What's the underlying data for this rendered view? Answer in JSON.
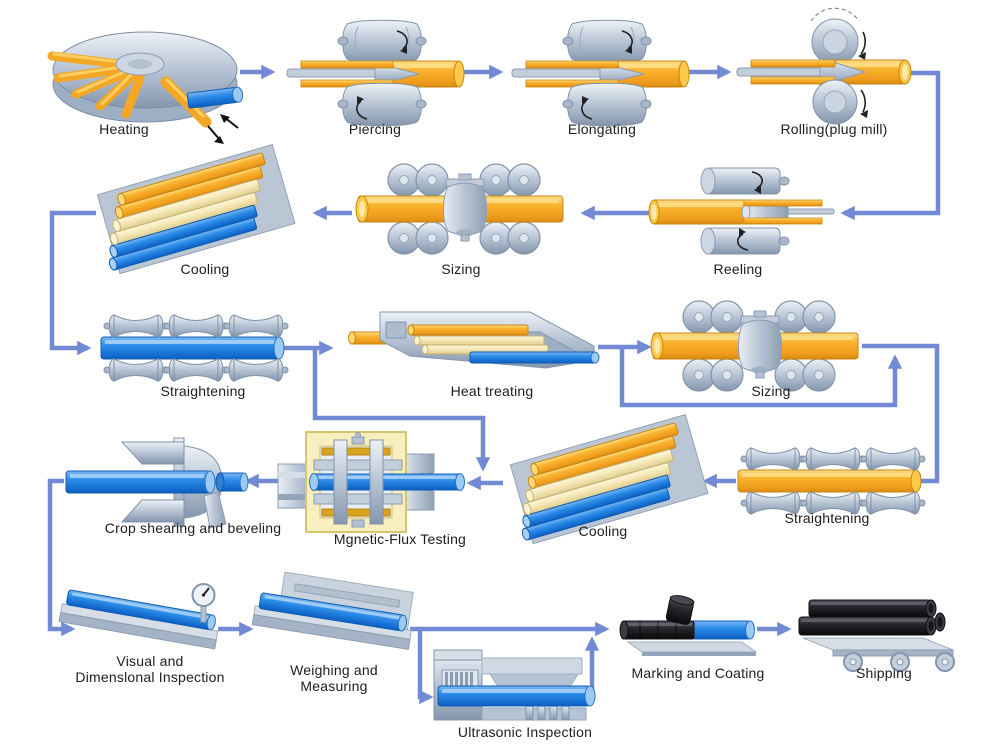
{
  "diagram": {
    "name": "seamless-pipe-manufacturing-process-flow",
    "palette": {
      "connector_blue": "#7289d4",
      "pipe_yellow": "#f8b133",
      "pipe_pale_yellow": "#f6e9b8",
      "pipe_blue": "#2b8ce8",
      "pipe_black": "#26262c",
      "machine_gray": "#bcc8d8",
      "frame_pale_yellow": "#f8efc0",
      "label_color": "#1d1d1d"
    }
  },
  "stages": [
    {
      "id": "heating",
      "label": "Heating"
    },
    {
      "id": "piercing",
      "label": "Piercing"
    },
    {
      "id": "elongating",
      "label": "Elongating"
    },
    {
      "id": "rolling-plug-mill",
      "label": "Rolling(plug mill)"
    },
    {
      "id": "reeling",
      "label": "Reeling"
    },
    {
      "id": "sizing-1",
      "label": "Sizing"
    },
    {
      "id": "cooling-1",
      "label": "Cooling"
    },
    {
      "id": "straightening-1",
      "label": "Straightening"
    },
    {
      "id": "heat-treating",
      "label": "Heat treating"
    },
    {
      "id": "sizing-2",
      "label": "Sizing"
    },
    {
      "id": "straightening-2",
      "label": "Straightening"
    },
    {
      "id": "cooling-2",
      "label": "Cooling"
    },
    {
      "id": "magnetic-flux-testing",
      "label": "Mgnetic-Flux Testing"
    },
    {
      "id": "crop-shearing",
      "label": "Crop shearing and beveling"
    },
    {
      "id": "visual-inspection",
      "label_line1": "Visual and",
      "label_line2": "Dimenslonal Inspection"
    },
    {
      "id": "weighing",
      "label_line1": "Weighing and",
      "label_line2": "Measuring"
    },
    {
      "id": "ultrasonic-inspection",
      "label": "Ultrasonic Inspection"
    },
    {
      "id": "marking-coating",
      "label": "Marking and Coating"
    },
    {
      "id": "shipping",
      "label": "Shipping"
    }
  ],
  "connections": [
    "heating>piercing",
    "piercing>elongating",
    "elongating>rolling-plug-mill",
    "rolling-plug-mill>reeling",
    "reeling>sizing-1",
    "sizing-1>cooling-1",
    "cooling-1>straightening-1",
    "straightening-1>heat-treating",
    "straightening-1>magnetic-flux-testing(bypass)",
    "heat-treating>sizing-2",
    "sizing-2(bypass loop)",
    "sizing-2>straightening-2",
    "straightening-2>cooling-2",
    "cooling-2>magnetic-flux-testing",
    "magnetic-flux-testing>crop-shearing",
    "crop-shearing>visual-inspection",
    "visual-inspection>weighing",
    "weighing>ultrasonic-inspection",
    "ultrasonic-inspection>marking-coating",
    "marking-coating>shipping"
  ]
}
